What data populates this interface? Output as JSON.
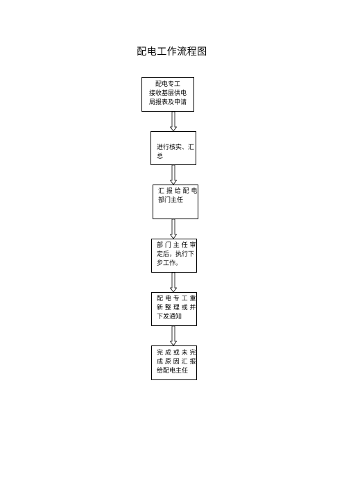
{
  "title": "配电工作流程图",
  "steps": [
    {
      "text": "配电专工\n接收基层供电\n局报表及申请"
    },
    {
      "text": "进行核实、汇\n总"
    },
    {
      "text": "汇 报 给 配 电\n部门主任"
    },
    {
      "text": "部 门 主 任 审\n定后，执行下\n步工作。"
    },
    {
      "text": "配 电 专 工 重\n新 整 理 或 并\n下发通知"
    },
    {
      "text": "完 成 或 未 完\n成 原 因 汇 报\n给配电主任"
    }
  ]
}
